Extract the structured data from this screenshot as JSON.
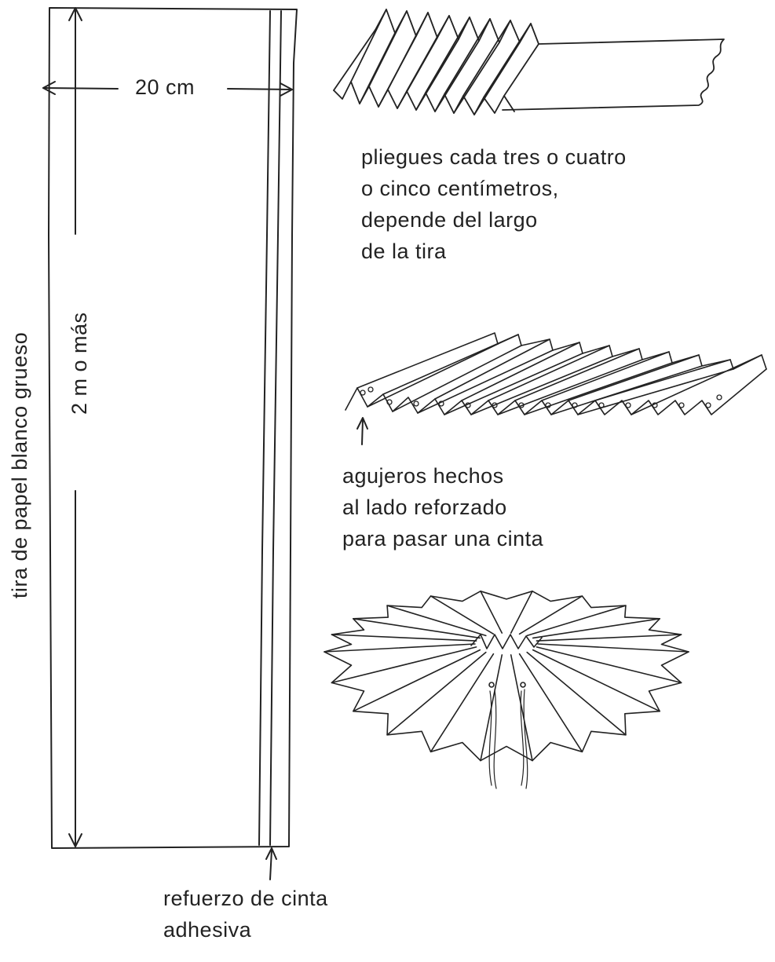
{
  "strip": {
    "width_label": "20 cm",
    "length_label": "2 m o más",
    "side_label": "tira de papel blanco grueso",
    "tape_label_line1": "refuerzo de cinta",
    "tape_label_line2": "adhesiva"
  },
  "pleats": {
    "caption": [
      "pliegues cada tres o cuatro",
      "o cinco centímetros,",
      "depende del largo",
      "de la tira"
    ]
  },
  "holes": {
    "caption": [
      "agujeros hechos",
      "al lado reforzado",
      "para pasar una cinta"
    ]
  },
  "colors": {
    "ink": "#222222",
    "paper": "#ffffff"
  }
}
